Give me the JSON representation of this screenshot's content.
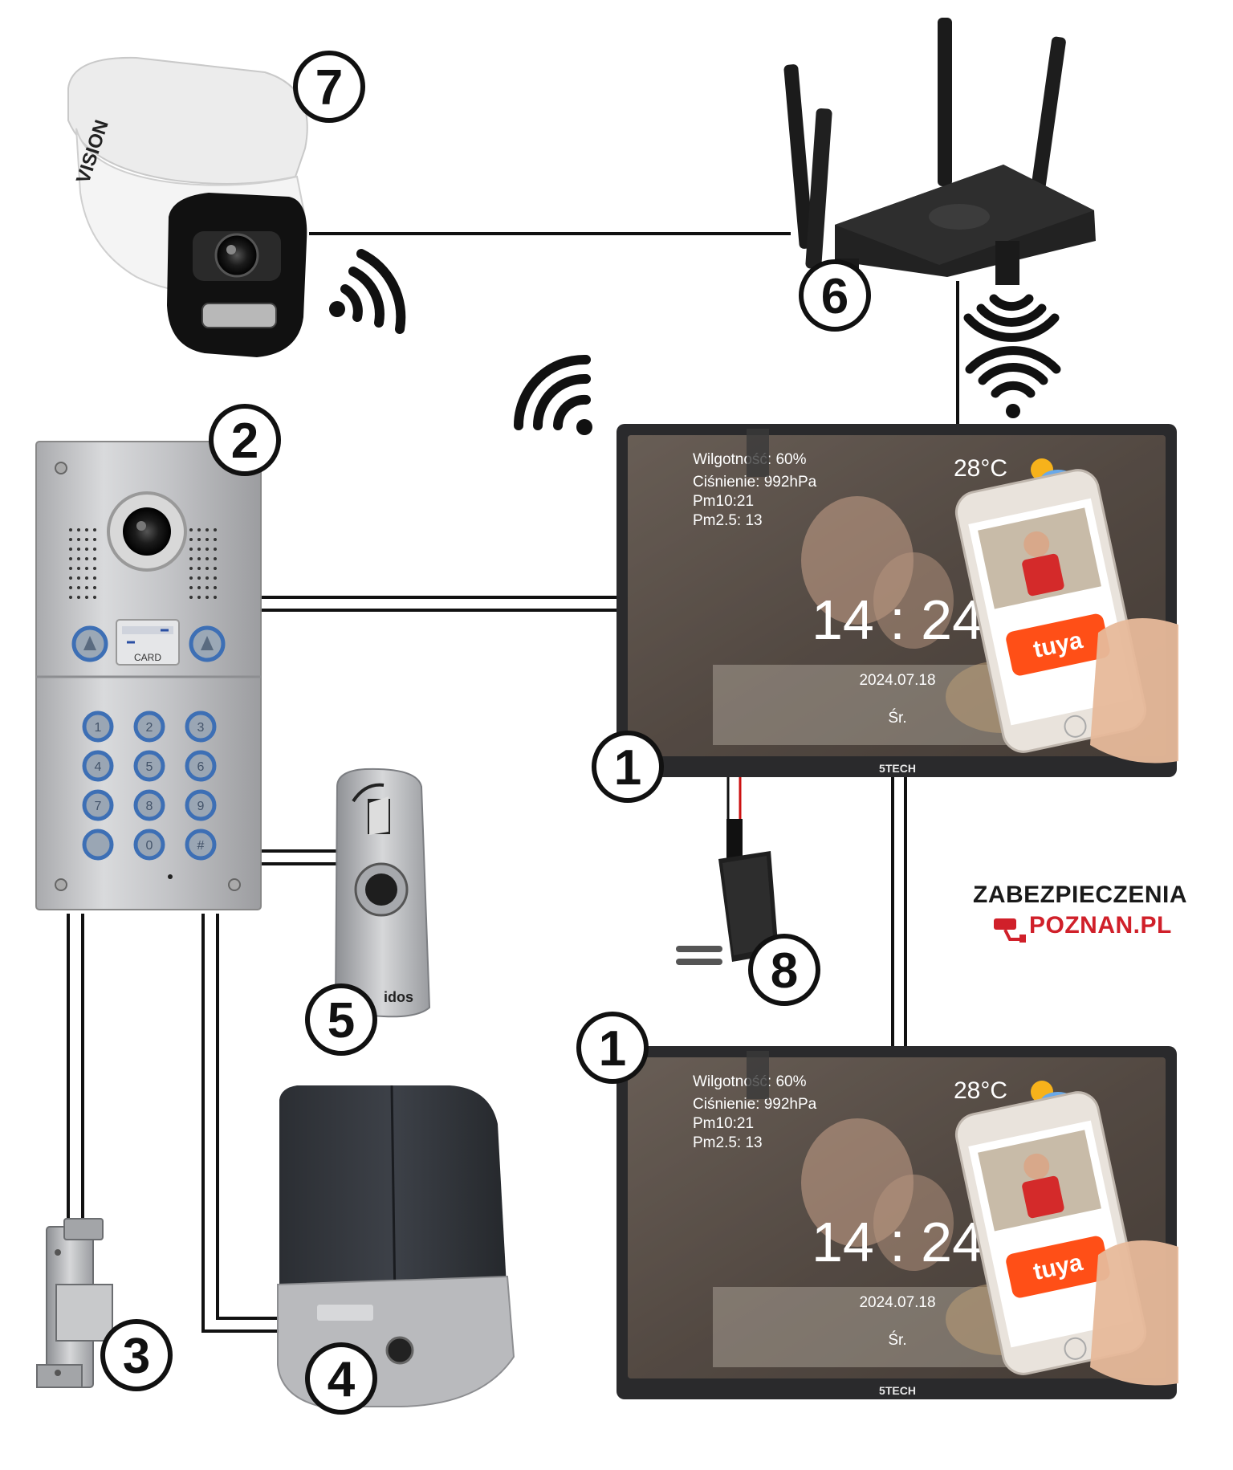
{
  "badges": [
    "7",
    "6",
    "2",
    "1",
    "1",
    "8",
    "5",
    "3",
    "4"
  ],
  "camera": {
    "brand": "VISION"
  },
  "doorstation": {
    "card_label": "CARD",
    "keypad_keys": [
      "1",
      "2",
      "3",
      "4",
      "5",
      "6",
      "7",
      "8",
      "9",
      "",
      "0",
      "#"
    ]
  },
  "exit_button": {
    "brand_fragment": "idos"
  },
  "monitors": [
    {
      "humidity": "Wilgotność: 60%",
      "pressure": "Ciśnienie: 992hPa",
      "pm10": "Pm10:21",
      "pm25": "Pm2.5: 13",
      "temperature": "28°C",
      "clock": "14 : 24",
      "date": "2024.07.18",
      "weekday": "Śr.",
      "brand": "5TECH",
      "phone_app": "tuya"
    },
    {
      "humidity": "Wilgotność: 60%",
      "pressure": "Ciśnienie: 992hPa",
      "pm10": "Pm10:21",
      "pm25": "Pm2.5: 13",
      "temperature": "28°C",
      "clock": "14 : 24",
      "date": "2024.07.18",
      "weekday": "Śr.",
      "brand": "5TECH",
      "phone_app": "tuya"
    }
  ],
  "logo": {
    "line1": "ZABEZPIECZENIA",
    "line2": "POZNAN.PL"
  },
  "colors": {
    "wire": "#111111",
    "badge_fill": "#ffffff",
    "badge_stroke": "#111111",
    "power_wire": "#cc1111",
    "tuya": "#ff4f17",
    "logo_red": "#d0202a"
  }
}
